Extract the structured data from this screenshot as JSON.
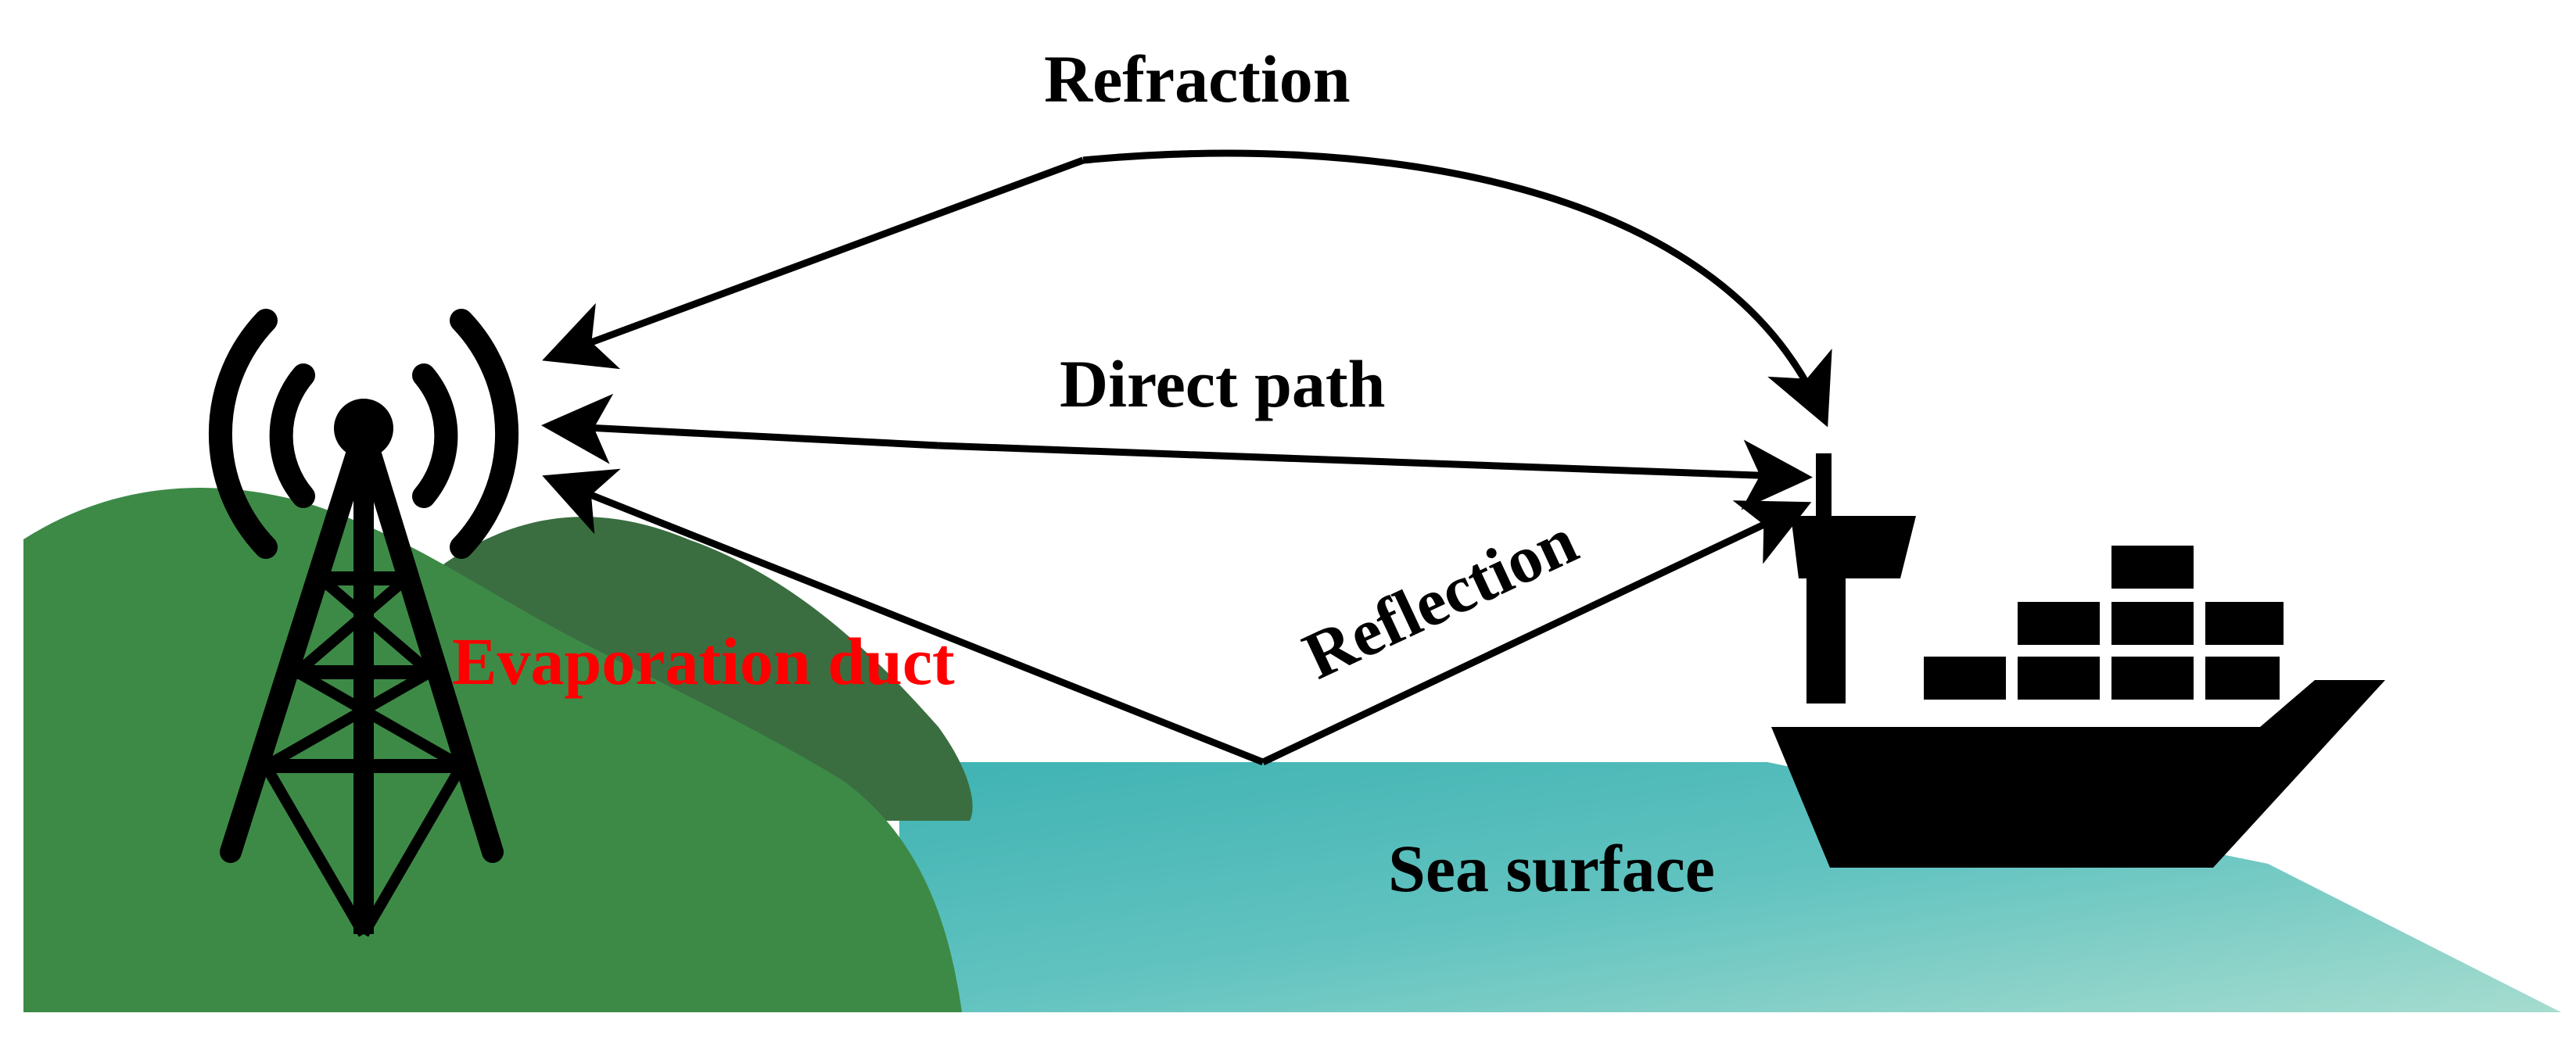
{
  "labels": {
    "refraction": "Refraction",
    "direct_path": "Direct path",
    "reflection": "Reflection",
    "evaporation_duct": "Evaporation duct",
    "sea_surface": "Sea surface"
  },
  "colors": {
    "hill_main": "#3d8a47",
    "hill_back": "#3a6e40",
    "sea_light": "#8fd3cf",
    "sea_dark": "#3fb3b3",
    "ink": "#000000",
    "duct_label": "#ff0000"
  }
}
